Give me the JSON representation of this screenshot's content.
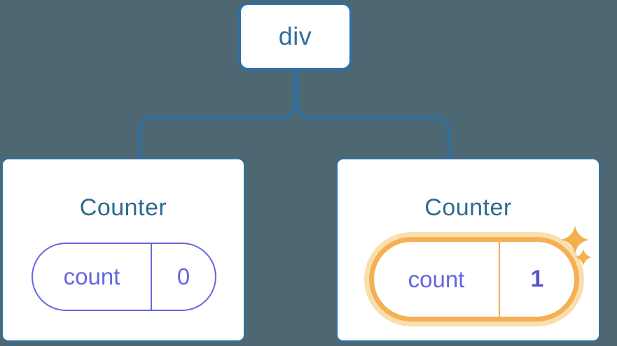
{
  "background": "#4D6872",
  "root_node": {
    "label": "div"
  },
  "connector": {
    "color": "#2F70A0"
  },
  "cards": [
    {
      "title": "Counter",
      "state": {
        "name": "count",
        "value": "0"
      },
      "highlighted": false
    },
    {
      "title": "Counter",
      "state": {
        "name": "count",
        "value": "1"
      },
      "highlighted": true
    }
  ],
  "colors": {
    "card_border": "#2F70A0",
    "title_text": "#2C6B8E",
    "pill_accent": "#6467DD",
    "highlight_border": "#F5B055",
    "highlight_glow": "#FADFAE",
    "highlighted_value_text": "#5356CF",
    "sparkle": "#F5B04E"
  }
}
